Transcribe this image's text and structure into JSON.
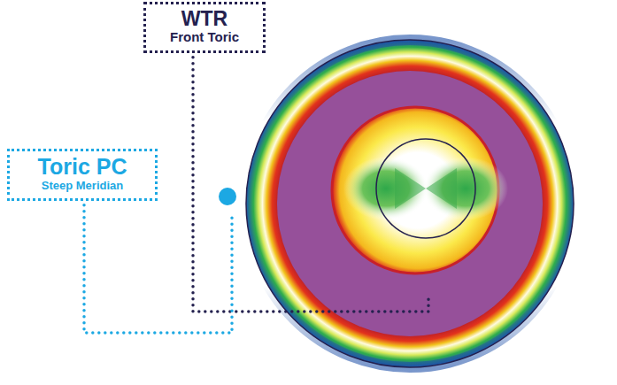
{
  "diagram": {
    "nodes": [
      {
        "text": [
          "WTR",
          "Front Toric"
        ]
      },
      {
        "text": [
          "Toric PC",
          "Steep Meridian"
        ]
      }
    ]
  }
}
